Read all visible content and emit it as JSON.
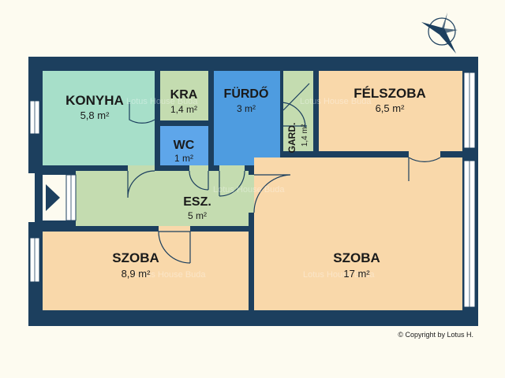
{
  "plan": {
    "colors": {
      "wall": "#1c3f5e",
      "kitchen": "#a7dfc9",
      "pantry": "#c4dcb0",
      "bathroom": "#4e9ce0",
      "wc": "#5ea6ea",
      "wardrobe": "#c4dcb0",
      "hall": "#c4dcb0",
      "room": "#f9d8aa",
      "background": "#fdfbf0"
    },
    "rooms": {
      "kitchen": {
        "name": "KONYHA",
        "area": "5,8 m²"
      },
      "pantry": {
        "name": "KRA",
        "area": "1,4 m²"
      },
      "bathroom": {
        "name": "FÜRDŐ",
        "area": "3 m²"
      },
      "wc": {
        "name": "WC",
        "area": "1 m²"
      },
      "wardrobe": {
        "name": "GARD.",
        "area": "1,4 m²"
      },
      "half_room": {
        "name": "FÉLSZOBA",
        "area": "6,5 m²"
      },
      "hall": {
        "name": "ESZ.",
        "area": "5 m²"
      },
      "room_small": {
        "name": "SZOBA",
        "area": "8,9 m²"
      },
      "room_large": {
        "name": "SZOBA",
        "area": "17 m²"
      }
    },
    "watermark": "Lotus House Buda",
    "copyright": "© Copyright by Lotus H.",
    "icons": {
      "compass": "compass-rose-icon",
      "entrance": "entrance-arrow-icon"
    }
  }
}
